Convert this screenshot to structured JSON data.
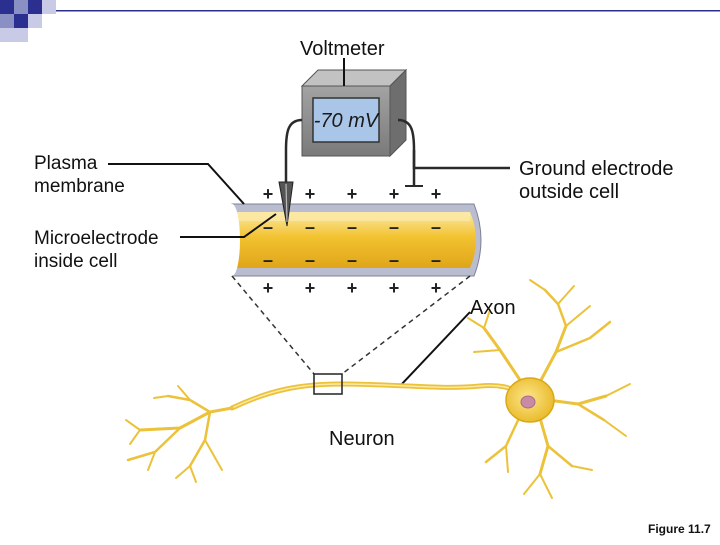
{
  "labels": {
    "voltmeter": "Voltmeter",
    "plasma_membrane": [
      "Plasma",
      "membrane"
    ],
    "ground_electrode": [
      "Ground electrode",
      "outside cell"
    ],
    "microelectrode": [
      "Microelectrode",
      "inside cell"
    ],
    "axon": "Axon",
    "neuron": "Neuron",
    "figure": "Figure 11.7"
  },
  "voltmeter_display": "-70 mV",
  "charges": {
    "outside": "+",
    "inside": "–"
  },
  "colors": {
    "axon_fill": "#f2c230",
    "axon_highlight": "#fbe9a6",
    "membrane": "#b9bdcf",
    "neuron": "#ecc23a",
    "display": "#a9c6e8",
    "meter_body": "#8c8c8c",
    "corner_squares": "#2b2f8f"
  }
}
